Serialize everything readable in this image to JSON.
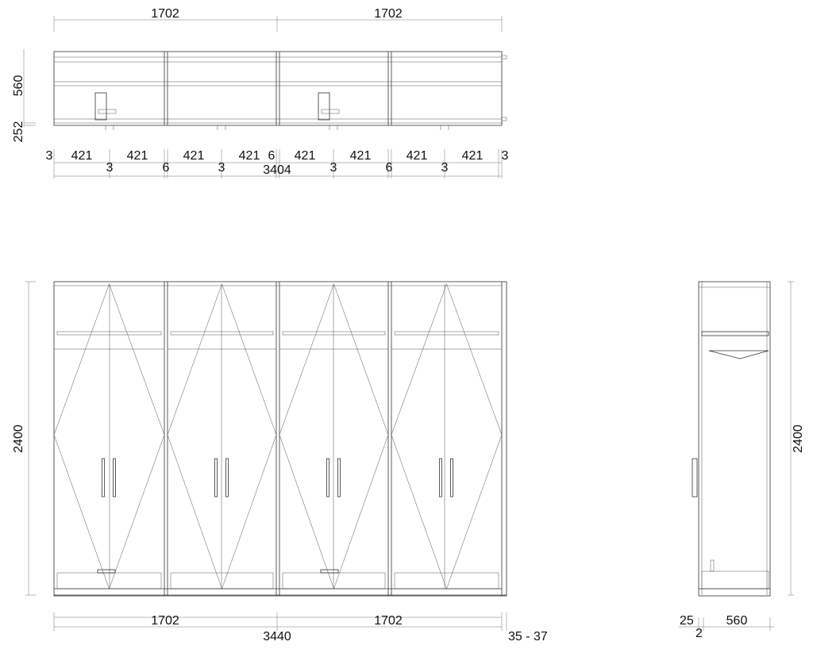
{
  "plan_view": {
    "top_dims": [
      "1702",
      "1702"
    ],
    "depth_dims": [
      "560",
      "252"
    ],
    "row_upper": [
      "3",
      "421",
      "421",
      "421",
      "421",
      "6",
      "421",
      "421",
      "421",
      "421",
      "3"
    ],
    "row_lower": [
      "3",
      "6",
      "3",
      "3",
      "6",
      "3"
    ],
    "total": "3404"
  },
  "front_view": {
    "height": "2400",
    "bottom_dims": [
      "1702",
      "1702"
    ],
    "total": "3440",
    "side_gap": "35 - 37"
  },
  "side_view": {
    "height": "2400",
    "dims": [
      "25",
      "2",
      "560"
    ]
  }
}
